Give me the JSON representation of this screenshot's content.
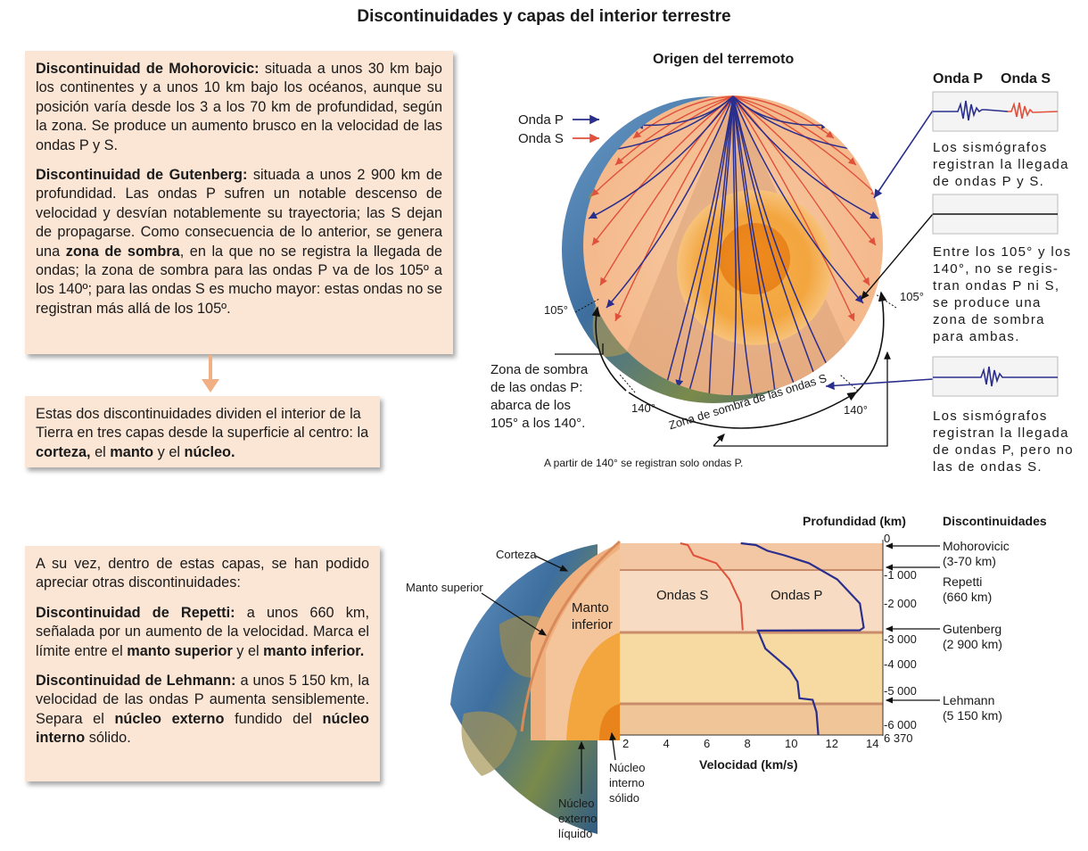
{
  "title": "Discontinuidades y capas del interior terrestre",
  "box1": {
    "p1_label": "Discontinuidad de Mohorovicic:",
    "p1_text": " situada a unos 30 km bajo los continentes y a unos 10 km bajo los océanos, aunque su posición varía desde los 3 a los 70 km de profundidad, según la zona. Se produce un aumento brusco en la velocidad de las ondas P y S.",
    "p2_label": "Discontinuidad de Gutenberg:",
    "p2_text_a": " situada a unos 2 900 km de profundidad. Las ondas P sufren un notable descenso de velocidad y desvían notablemente su trayectoria; las S dejan de propagarse. Como consecuencia de lo anterior, se genera una ",
    "p2_bold": "zona de sombra",
    "p2_text_b": ", en la que no se registra la llegada de ondas; la zona de sombra para las ondas P va de los 105º a los 140º; para las ondas S es mucho mayor: estas ondas no se registran más allá de los 105º."
  },
  "box2": {
    "text_a": "Estas dos discontinuidades dividen el interior de la Tierra en tres capas desde la superficie al centro: la ",
    "b1": "corteza,",
    "text_b": " el ",
    "b2": "manto",
    "text_c": " y el ",
    "b3": "núcleo."
  },
  "box3": {
    "p1": "A su vez, dentro de estas capas, se han podido apreciar otras discontinuidades:",
    "p2_label": "Discontinuidad de Repetti:",
    "p2_text_a": " a unos 660 km, señalada por un aumento de la velocidad. Marca el límite entre el ",
    "p2_b1": "manto superior",
    "p2_text_b": " y el ",
    "p2_b2": "manto inferior.",
    "p3_label": "Discontinuidad de Lehmann:",
    "p3_text_a": " a unos 5 150 km, la velocidad de las ondas P aumenta sensiblemente. Separa el ",
    "p3_b1": "núcleo externo",
    "p3_text_b": " fundido del ",
    "p3_b2": "núcleo interno",
    "p3_text_c": " sólido."
  },
  "top_diagram": {
    "origin": "Origen del terremoto",
    "legend_p": "Onda P",
    "legend_s": "Onda S",
    "angle_105": "105°",
    "angle_140": "140°",
    "shadow_p": "Zona de sombra\nde las ondas P:\nabarca de los\n105° a los 140°.",
    "shadow_s": "Zona de sombra de las ondas S",
    "only_p": "A partir de 140° se registran solo ondas P.",
    "col_p": "Onda P",
    "col_s": "Onda S",
    "note1": "Los sismógrafos\nregistran la llegada\nde ondas P y S.",
    "note2": "Entre los 105° y los\n140°, no se regis-\ntran ondas P ni S,\nse produce una\nzona de sombra\npara ambas.",
    "note3": "Los sismógrafos\nregistran la llegada\nde ondas P, pero no\nlas de ondas S."
  },
  "bottom_diagram": {
    "corteza": "Corteza",
    "manto_superior": "Manto superior",
    "manto_inferior": "Manto\ninferior",
    "nucleo_interno": "Núcleo\ninterno\nsólido",
    "nucleo_externo": "Núcleo\nexterno\nlíquido",
    "ondas_s": "Ondas S",
    "ondas_p": "Ondas P",
    "depth_header": "Profundidad (km)",
    "disc_header": "Discontinuidades",
    "velocity_label": "Velocidad (km/s)",
    "depth_ticks": [
      "0",
      "1 000",
      "2 000",
      "3 000",
      "4 000",
      "5 000",
      "6 000",
      "6 370"
    ],
    "velocity_ticks": [
      "2",
      "4",
      "6",
      "8",
      "10",
      "12",
      "14"
    ],
    "discontinuities": [
      {
        "name": "Mohorovicic",
        "range": "(3-70 km)"
      },
      {
        "name": "Repetti",
        "range": "(660 km)"
      },
      {
        "name": "Gutenberg",
        "range": "(2 900 km)"
      },
      {
        "name": "Lehmann",
        "range": "(5 150 km)"
      }
    ]
  },
  "colors": {
    "p_wave": "#2a2e8c",
    "s_wave": "#e0503a",
    "box_bg": "#fbe6d6"
  }
}
